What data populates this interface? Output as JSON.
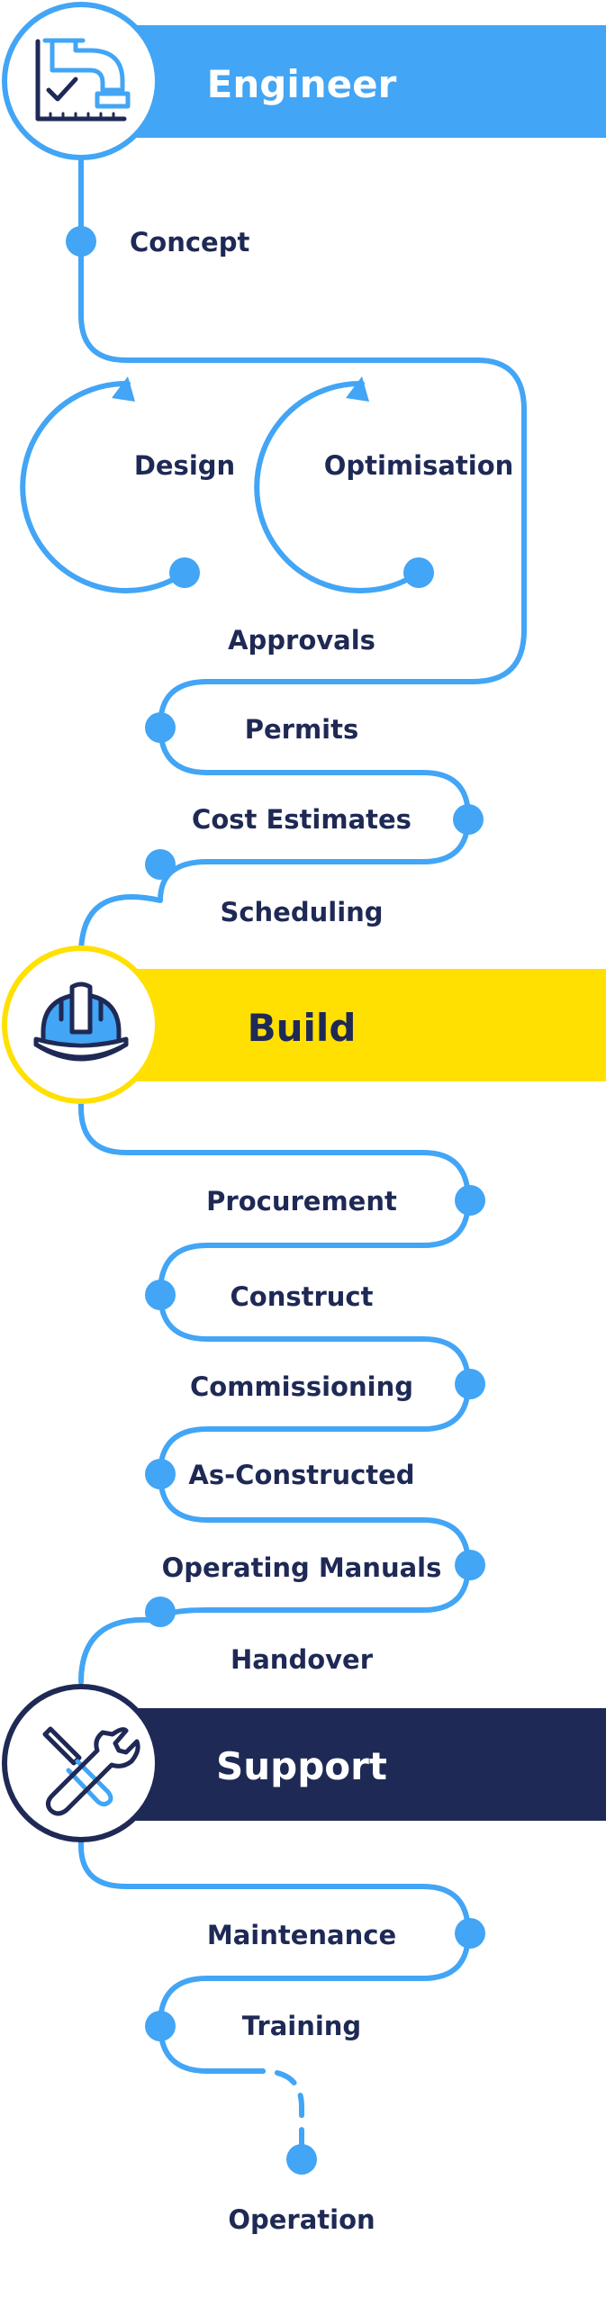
{
  "colors": {
    "path": "#42a5f5",
    "engineer": "#42a5f5",
    "build": "#ffe000",
    "support": "#1f2955",
    "text_dark": "#1f2955",
    "text_light": "#ffffff"
  },
  "sections": {
    "engineer": {
      "title": "Engineer",
      "icon": "pipe-blueprint-icon"
    },
    "build": {
      "title": "Build",
      "icon": "hard-hat-icon"
    },
    "support": {
      "title": "Support",
      "icon": "wrench-screwdriver-icon"
    }
  },
  "steps": {
    "concept": "Concept",
    "design": "Design",
    "optimisation": "Optimisation",
    "approvals": "Approvals",
    "permits": "Permits",
    "cost_estimates": "Cost Estimates",
    "scheduling": "Scheduling",
    "procurement": "Procurement",
    "construct": "Construct",
    "commissioning": "Commissioning",
    "as_constructed": "As-Constructed",
    "operating_manuals": "Operating Manuals",
    "handover": "Handover",
    "maintenance": "Maintenance",
    "training": "Training",
    "operation": "Operation"
  }
}
